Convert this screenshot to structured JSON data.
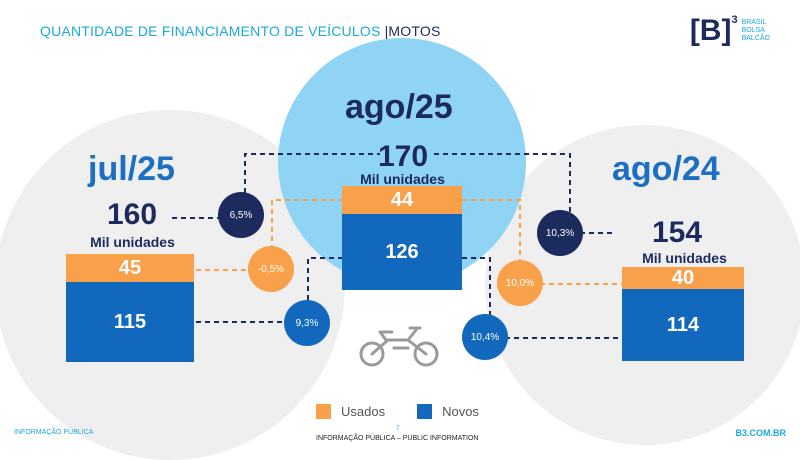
{
  "header": {
    "title": "QUANTIDADE DE FINANCIAMENTO DE VEÍCULOS",
    "separator": "|",
    "subtitle": "MOTOS"
  },
  "logo": {
    "mark": "[B]",
    "sup": "3",
    "lines": [
      "BRASIL",
      "BOLSA",
      "BALCÃO"
    ]
  },
  "periods": [
    {
      "label": "jul/25",
      "total": "160",
      "unit": "Mil unidades",
      "usados": "45",
      "novos": "115"
    },
    {
      "label": "ago/25",
      "total": "170",
      "unit": "Mil unidades",
      "usados": "44",
      "novos": "126"
    },
    {
      "label": "ago/24",
      "total": "154",
      "unit": "Mil unidades",
      "usados": "40",
      "novos": "114"
    }
  ],
  "changes": {
    "total_mom": "6,5%",
    "usados_mom": "-0,5%",
    "novos_mom": "9,3%",
    "total_yoy": "10,3%",
    "usados_yoy": "10,0%",
    "novos_yoy": "10,4%"
  },
  "legend": [
    {
      "label": "Usados",
      "color": "#f8a14a"
    },
    {
      "label": "Novos",
      "color": "#1168bd"
    }
  ],
  "footer": {
    "left": "INFORMAÇÃO PÚBLICA",
    "page": "7",
    "center": "INFORMAÇÃO PÚBLICA – PUBLIC INFORMATION",
    "right": "B3.COM.BR"
  }
}
